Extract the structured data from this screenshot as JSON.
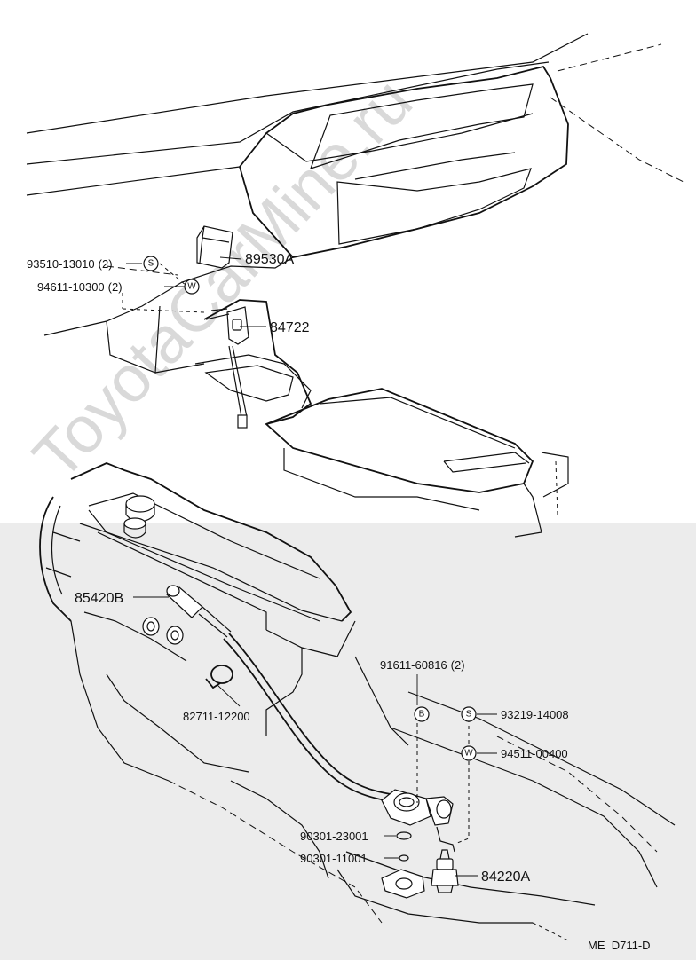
{
  "watermark": "ToyotaCarMine.ru",
  "callouts": {
    "upper": [
      {
        "part_no": "89530A"
      },
      {
        "part_no": "93510-13010",
        "qty": "(2)",
        "symbol": "S"
      },
      {
        "part_no": "94611-10300",
        "qty": "(2)",
        "symbol": "W"
      },
      {
        "part_no": "84722"
      }
    ],
    "lower": [
      {
        "part_no": "85420B"
      },
      {
        "part_no": "82711-12200"
      },
      {
        "part_no": "91611-60816",
        "qty": "(2)",
        "symbol": "B"
      },
      {
        "part_no": "93219-14008",
        "symbol": "S"
      },
      {
        "part_no": "94511-00400",
        "symbol": "W"
      },
      {
        "part_no": "90301-23001"
      },
      {
        "part_no": "90301-11001"
      },
      {
        "part_no": "84220A"
      }
    ]
  },
  "diagram_code": "ME  D711-D"
}
